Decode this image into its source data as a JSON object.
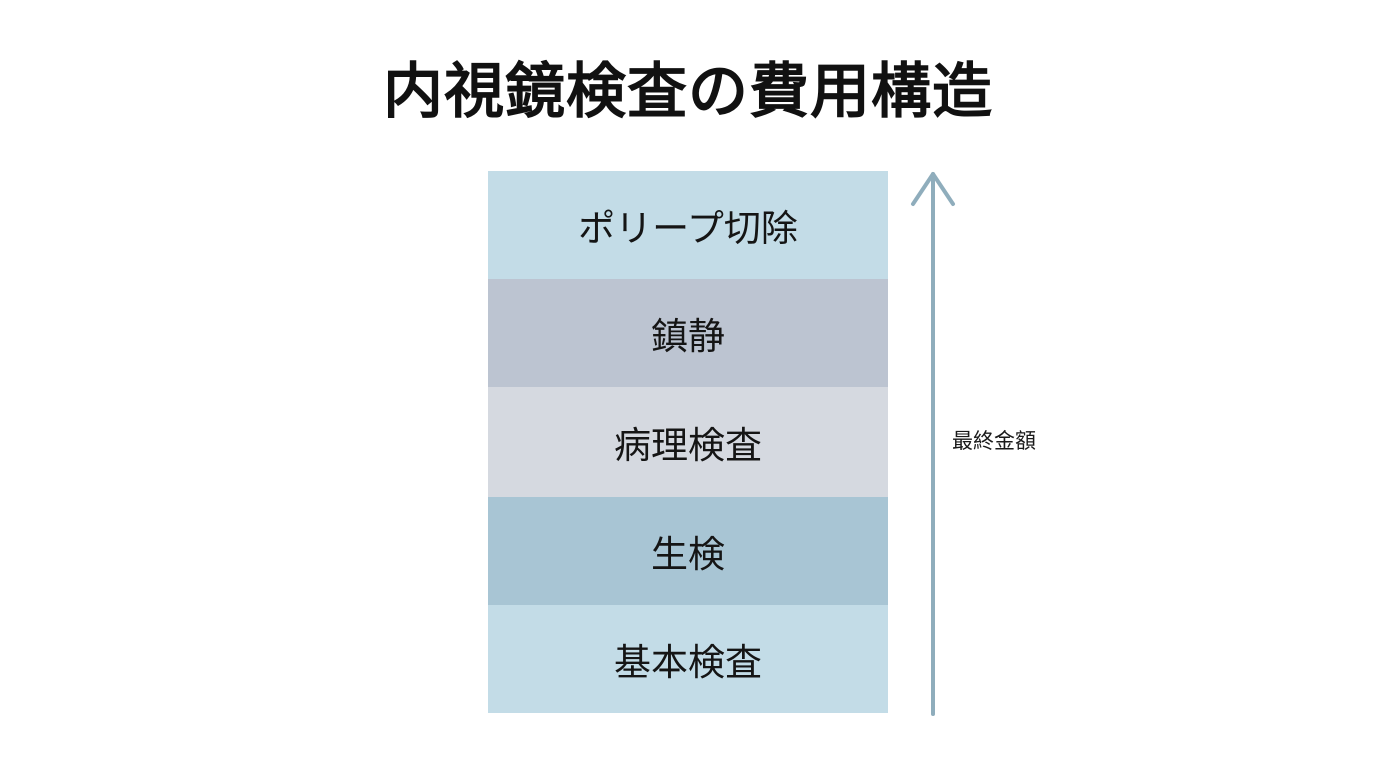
{
  "title": "内視鏡検査の費用構造",
  "layers": [
    {
      "label": "ポリープ切除",
      "color": "#c3dce7"
    },
    {
      "label": "鎮静",
      "color": "#bcc4d1"
    },
    {
      "label": "病理検査",
      "color": "#d5d9e0"
    },
    {
      "label": "生検",
      "color": "#a8c5d4"
    },
    {
      "label": "基本検査",
      "color": "#c3dce7"
    }
  ],
  "arrow": {
    "label": "最終金額",
    "color": "#8fadbc"
  }
}
